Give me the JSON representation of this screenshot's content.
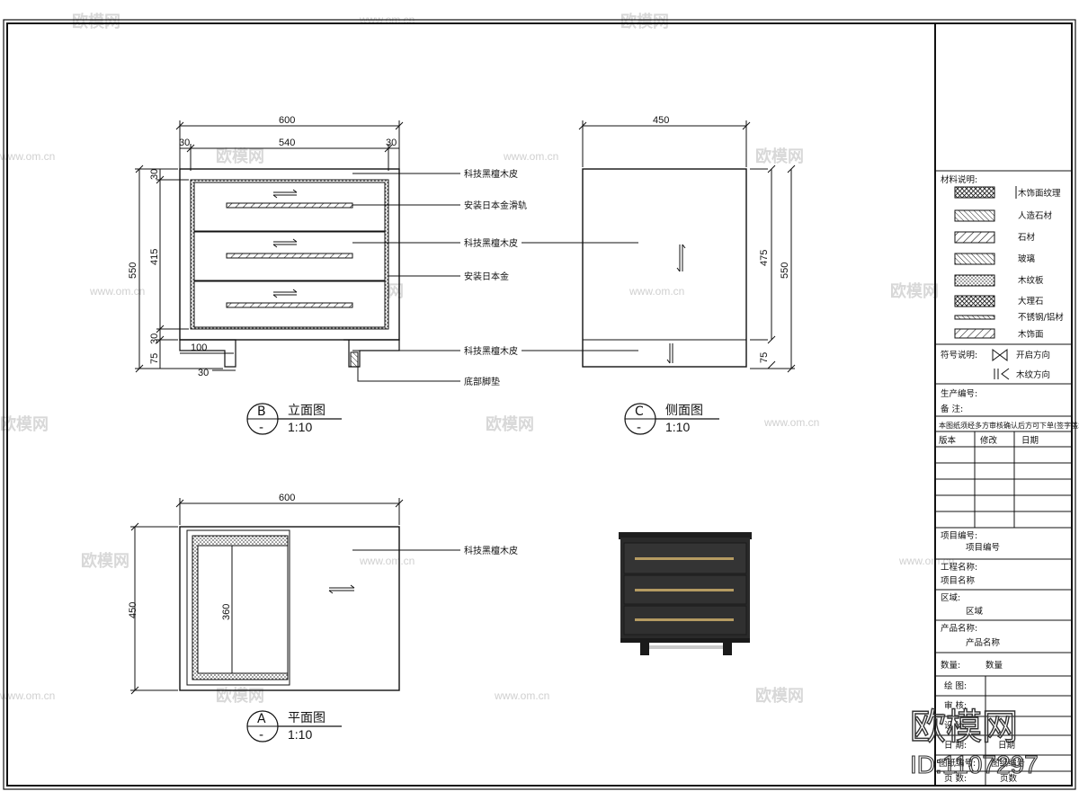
{
  "elevation": {
    "dims": {
      "total_width": "600",
      "inner_width": "540",
      "side_left": "30",
      "side_right": "30",
      "height_total": "550",
      "height_inner": "415",
      "top_board": "30",
      "bottom_board": "30",
      "leg": "75",
      "leg_width": "100",
      "leg_offset": "30"
    },
    "labels": {
      "panel_top": "科技黑檀木皮",
      "slide": "安装日本金滑轨",
      "panel_front": "科技黑檀木皮",
      "hardware": "安装日本金",
      "panel_base": "科技黑檀木皮",
      "foot": "底部脚垫"
    },
    "view": {
      "letter": "B",
      "sub": "-",
      "name": "立面图",
      "scale": "1:10"
    }
  },
  "side": {
    "dims": {
      "width": "450",
      "height_total": "550",
      "height_inner": "475",
      "leg": "75"
    },
    "view": {
      "letter": "C",
      "sub": "-",
      "name": "侧面图",
      "scale": "1:10"
    }
  },
  "plan": {
    "dims": {
      "width": "600",
      "depth": "450",
      "inner": "360"
    },
    "labels": {
      "panel_top": "科技黑檀木皮"
    },
    "view": {
      "letter": "A",
      "sub": "-",
      "name": "平面图",
      "scale": "1:10"
    }
  },
  "titleblock": {
    "materials_title": "材料说明:",
    "materials": [
      "木饰面纹理",
      "人造石材",
      "石材",
      "玻璃",
      "木纹板",
      "大理石",
      "不锈钢/铝材",
      "木饰面"
    ],
    "symbols_title": "符号说明:",
    "symbols": [
      "开启方向",
      "木纹方向"
    ],
    "production_no": "生产编号:",
    "remark": "备    注:",
    "revision_note": "本图纸须经多方审核确认后方可下单(签字盖章)",
    "rev_headers": [
      "版本",
      "修改",
      "日期"
    ],
    "project_no_label": "项目编号:",
    "project_no": "项目编号",
    "project_name_label": "工程名称:",
    "project_name": "项目名称",
    "area_label": "区域:",
    "area": "区域",
    "product_label": "产品名称:",
    "product": "产品名称",
    "qty_label": "数量:",
    "qty": "数量",
    "drawn_label": "绘  图:",
    "review_label": "审  核:",
    "design_label": "设  计:",
    "date_label": "日  期:",
    "date": "日期",
    "drawing_no_label": "图纸编号:",
    "drawing_no": "图纸编号",
    "page_label": "页  数:",
    "page": "页数"
  },
  "watermarks": {
    "brand": "欧模网",
    "url": "www.om.cn"
  },
  "stamp": {
    "brand": "欧模网",
    "id": "ID:1107297"
  },
  "colors": {
    "line": "#111111",
    "hatch": "#333333",
    "photo_body": "#2a2a2a",
    "photo_accent": "#b59b62"
  }
}
